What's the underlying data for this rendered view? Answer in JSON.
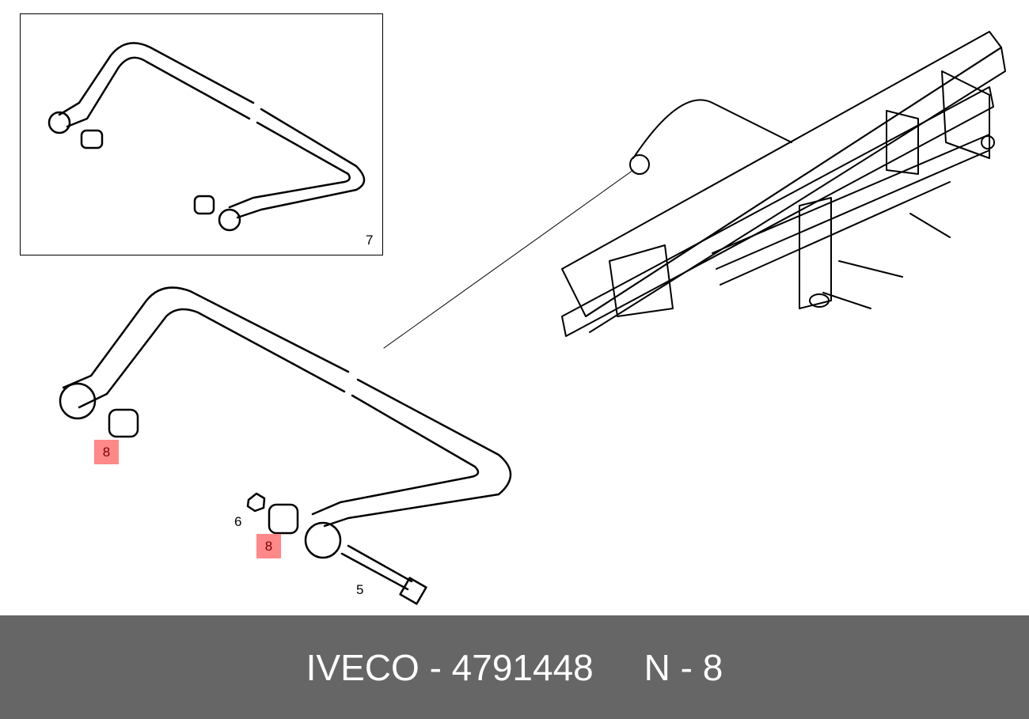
{
  "callouts": {
    "inset_label": "7",
    "bushing_left": "8",
    "bushing_right": "8",
    "nut": "6",
    "bolt": "5"
  },
  "colors": {
    "highlight": "#ff8888",
    "highlight_text": "#7a0000",
    "footer_bg": "#666666",
    "footer_text": "#ffffff"
  },
  "footer": {
    "brand_part": "IVECO - 4791448",
    "ref": "N - 8"
  }
}
